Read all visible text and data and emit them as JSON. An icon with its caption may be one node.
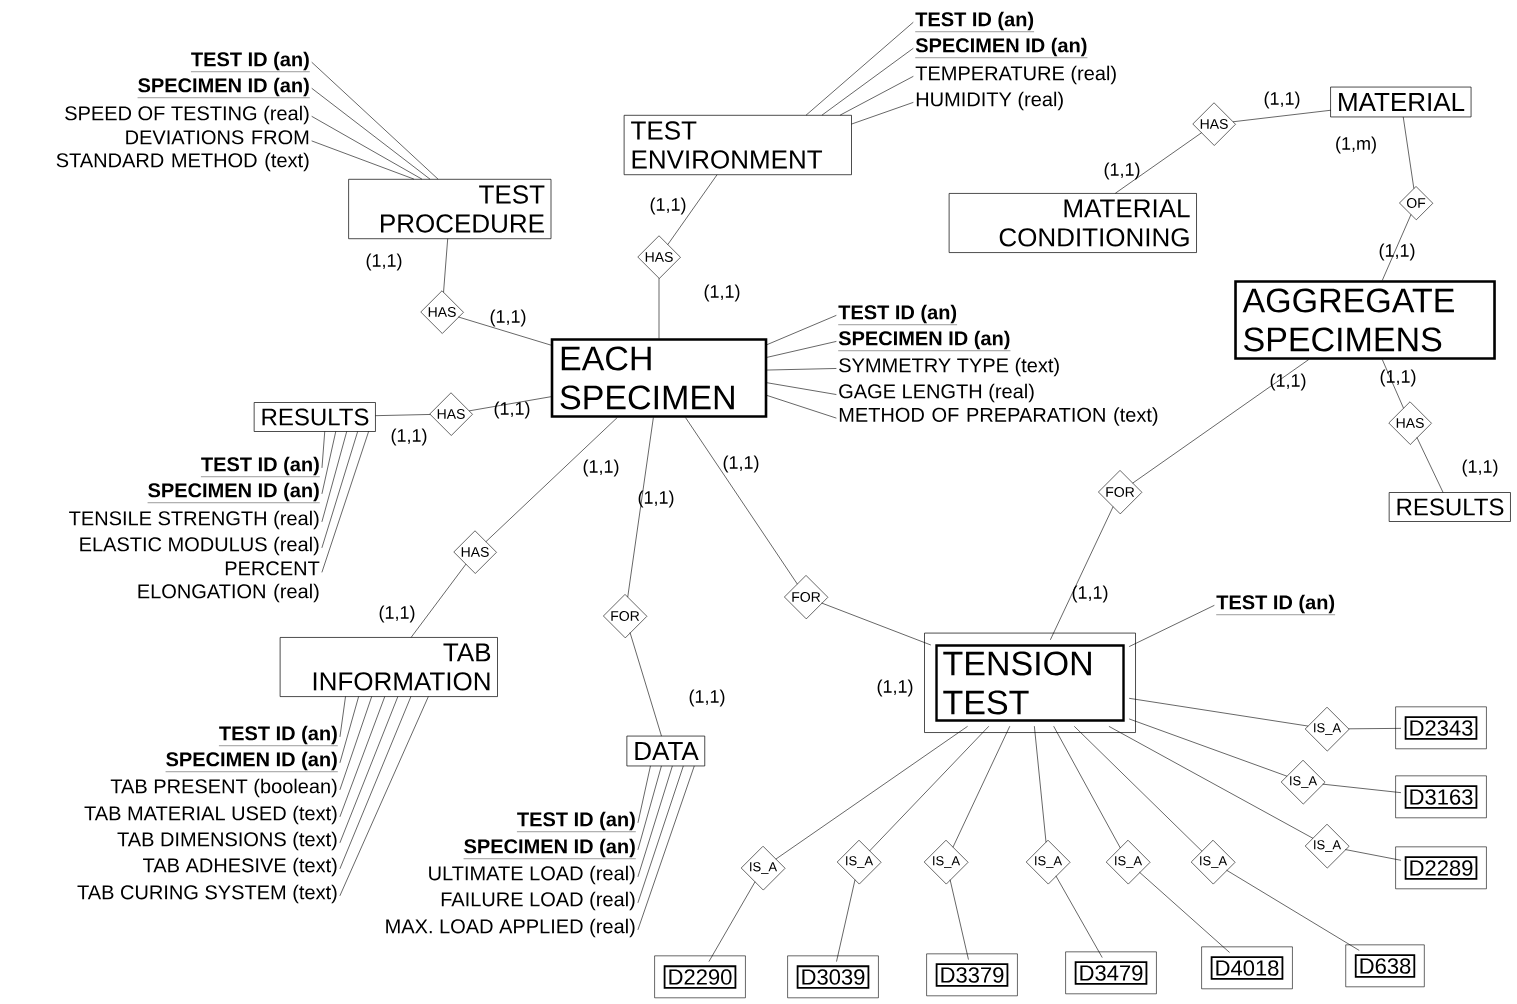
{
  "diagram": {
    "nodes": [
      {
        "text": [
          "TEST PROCEDURE"
        ]
      },
      {
        "text": [
          "TEST ENVIRONMENT"
        ]
      },
      {
        "text": [
          "MATERIAL"
        ]
      },
      {
        "text": [
          "MATERIAL CONDITIONING"
        ]
      },
      {
        "text": [
          "EACH SPECIMEN"
        ]
      },
      {
        "text": [
          "AGGREGATE SPECIMENS"
        ]
      },
      {
        "text": [
          "RESULTS"
        ]
      },
      {
        "text": [
          "RESULTS"
        ]
      },
      {
        "text": [
          "TAB INFORMATION"
        ]
      },
      {
        "text": [
          "DATA"
        ]
      },
      {
        "text": [
          "TENSION TEST"
        ]
      },
      {
        "text": [
          "D2343"
        ]
      },
      {
        "text": [
          "D3163"
        ]
      },
      {
        "text": [
          "D2289"
        ]
      },
      {
        "text": [
          "D2290"
        ]
      },
      {
        "text": [
          "D3039"
        ]
      },
      {
        "text": [
          "D3379"
        ]
      },
      {
        "text": [
          "D3479"
        ]
      },
      {
        "text": [
          "D4018"
        ]
      },
      {
        "text": [
          "D638"
        ]
      },
      {
        "text": [
          "HAS"
        ]
      },
      {
        "text": [
          "HAS"
        ]
      },
      {
        "text": [
          "HAS"
        ]
      },
      {
        "text": [
          "OF"
        ]
      },
      {
        "text": [
          "HAS"
        ]
      },
      {
        "text": [
          "HAS"
        ]
      },
      {
        "text": [
          "FOR"
        ]
      },
      {
        "text": [
          "FOR"
        ]
      },
      {
        "text": [
          "FOR"
        ]
      },
      {
        "text": [
          "HAS"
        ]
      },
      {
        "text": [
          "IS_A"
        ]
      },
      {
        "text": [
          "IS_A"
        ]
      },
      {
        "text": [
          "IS_A"
        ]
      },
      {
        "text": [
          "IS_A"
        ]
      },
      {
        "text": [
          "IS_A"
        ]
      },
      {
        "text": [
          "IS_A"
        ]
      },
      {
        "text": [
          "IS_A"
        ]
      },
      {
        "text": [
          "IS_A"
        ]
      },
      {
        "text": [
          "IS_A"
        ]
      },
      {
        "text": [
          "TEST ID (an)"
        ]
      },
      {
        "text": [
          "SPECIMEN ID (an)"
        ]
      },
      {
        "text": [
          "SPEED OF TESTING (real)"
        ]
      },
      {
        "text": [
          "DEVIATIONS FROM STANDARD METHOD (text)"
        ]
      },
      {
        "text": [
          "TEST ID (an)"
        ]
      },
      {
        "text": [
          "SPECIMEN ID (an)"
        ]
      },
      {
        "text": [
          "TEMPERATURE (real)"
        ]
      },
      {
        "text": [
          "HUMIDITY (real)"
        ]
      },
      {
        "text": [
          "TEST ID (an)"
        ]
      },
      {
        "text": [
          "SPECIMEN ID (an)"
        ]
      },
      {
        "text": [
          "SYMMETRY TYPE (text)"
        ]
      },
      {
        "text": [
          "GAGE LENGTH (real)"
        ]
      },
      {
        "text": [
          "METHOD OF PREPARATION (text)"
        ]
      },
      {
        "text": [
          "TEST ID (an)"
        ]
      },
      {
        "text": [
          "SPECIMEN ID (an)"
        ]
      },
      {
        "text": [
          "TENSILE STRENGTH (real)"
        ]
      },
      {
        "text": [
          "ELASTIC MODULUS (real)"
        ]
      },
      {
        "text": [
          "PERCENT ELONGATION (real)"
        ]
      },
      {
        "text": [
          "TEST ID (an)"
        ]
      },
      {
        "text": [
          "SPECIMEN ID (an)"
        ]
      },
      {
        "text": [
          "TAB PRESENT (boolean)"
        ]
      },
      {
        "text": [
          "TAB MATERIAL USED (text)"
        ]
      },
      {
        "text": [
          "TAB DIMENSIONS (text)"
        ]
      },
      {
        "text": [
          "TAB ADHESIVE (text)"
        ]
      },
      {
        "text": [
          "TAB CURING SYSTEM (text)"
        ]
      },
      {
        "text": [
          "TEST ID (an)"
        ]
      },
      {
        "text": [
          "SPECIMEN ID (an)"
        ]
      },
      {
        "text": [
          "ULTIMATE LOAD (real)"
        ]
      },
      {
        "text": [
          "FAILURE LOAD (real)"
        ]
      },
      {
        "text": [
          "MAX. LOAD APPLIED (real)"
        ]
      },
      {
        "text": [
          "TEST ID (an)"
        ]
      }
    ],
    "edges": [
      {
        "from": 0,
        "to": 20,
        "arrow": "none"
      },
      {
        "from": 20,
        "to": 4,
        "arrow": "none"
      },
      {
        "from": 1,
        "to": 21,
        "arrow": "none"
      },
      {
        "from": 21,
        "to": 4,
        "arrow": "none"
      },
      {
        "from": 3,
        "to": 22,
        "arrow": "none"
      },
      {
        "from": 22,
        "to": 2,
        "arrow": "none"
      },
      {
        "from": 2,
        "to": 23,
        "arrow": "none"
      },
      {
        "from": 23,
        "to": 5,
        "arrow": "none"
      },
      {
        "from": 6,
        "to": 24,
        "arrow": "none"
      },
      {
        "from": 24,
        "to": 4,
        "arrow": "none"
      },
      {
        "from": 4,
        "to": 25,
        "arrow": "none"
      },
      {
        "from": 25,
        "to": 8,
        "arrow": "none"
      },
      {
        "from": 4,
        "to": 26,
        "arrow": "none"
      },
      {
        "from": 26,
        "to": 9,
        "arrow": "none"
      },
      {
        "from": 4,
        "to": 27,
        "arrow": "none"
      },
      {
        "from": 27,
        "to": 10,
        "arrow": "none"
      },
      {
        "from": 5,
        "to": 28,
        "arrow": "none"
      },
      {
        "from": 28,
        "to": 10,
        "arrow": "none"
      },
      {
        "from": 5,
        "to": 29,
        "arrow": "none"
      },
      {
        "from": 29,
        "to": 7,
        "arrow": "none"
      },
      {
        "from": 10,
        "to": 30,
        "arrow": "none"
      },
      {
        "from": 10,
        "to": 31,
        "arrow": "none"
      },
      {
        "from": 10,
        "to": 32,
        "arrow": "none"
      },
      {
        "from": 10,
        "to": 33,
        "arrow": "none"
      },
      {
        "from": 10,
        "to": 34,
        "arrow": "none"
      },
      {
        "from": 10,
        "to": 35,
        "arrow": "none"
      },
      {
        "from": 10,
        "to": 36,
        "arrow": "none"
      },
      {
        "from": 10,
        "to": 37,
        "arrow": "none"
      },
      {
        "from": 10,
        "to": 38,
        "arrow": "none"
      },
      {
        "from": 30,
        "to": 11,
        "arrow": "none"
      },
      {
        "from": 31,
        "to": 12,
        "arrow": "none"
      },
      {
        "from": 32,
        "to": 13,
        "arrow": "none"
      },
      {
        "from": 33,
        "to": 14,
        "arrow": "none"
      },
      {
        "from": 34,
        "to": 15,
        "arrow": "none"
      },
      {
        "from": 35,
        "to": 16,
        "arrow": "none"
      },
      {
        "from": 36,
        "to": 17,
        "arrow": "none"
      },
      {
        "from": 37,
        "to": 18,
        "arrow": "none"
      },
      {
        "from": 38,
        "to": 19,
        "arrow": "none"
      },
      {
        "from": 39,
        "to": 0,
        "arrow": "none"
      },
      {
        "from": 40,
        "to": 0,
        "arrow": "none"
      },
      {
        "from": 41,
        "to": 0,
        "arrow": "none"
      },
      {
        "from": 42,
        "to": 0,
        "arrow": "none"
      },
      {
        "from": 43,
        "to": 1,
        "arrow": "none"
      },
      {
        "from": 44,
        "to": 1,
        "arrow": "none"
      },
      {
        "from": 45,
        "to": 1,
        "arrow": "none"
      },
      {
        "from": 46,
        "to": 1,
        "arrow": "none"
      },
      {
        "from": 47,
        "to": 4,
        "arrow": "none"
      },
      {
        "from": 48,
        "to": 4,
        "arrow": "none"
      },
      {
        "from": 49,
        "to": 4,
        "arrow": "none"
      },
      {
        "from": 50,
        "to": 4,
        "arrow": "none"
      },
      {
        "from": 51,
        "to": 4,
        "arrow": "none"
      },
      {
        "from": 52,
        "to": 6,
        "arrow": "none"
      },
      {
        "from": 53,
        "to": 6,
        "arrow": "none"
      },
      {
        "from": 54,
        "to": 6,
        "arrow": "none"
      },
      {
        "from": 55,
        "to": 6,
        "arrow": "none"
      },
      {
        "from": 56,
        "to": 6,
        "arrow": "none"
      },
      {
        "from": 57,
        "to": 8,
        "arrow": "none"
      },
      {
        "from": 58,
        "to": 8,
        "arrow": "none"
      },
      {
        "from": 59,
        "to": 8,
        "arrow": "none"
      },
      {
        "from": 60,
        "to": 8,
        "arrow": "none"
      },
      {
        "from": 61,
        "to": 8,
        "arrow": "none"
      },
      {
        "from": 62,
        "to": 8,
        "arrow": "none"
      },
      {
        "from": 63,
        "to": 8,
        "arrow": "none"
      },
      {
        "from": 64,
        "to": 9,
        "arrow": "none"
      },
      {
        "from": 65,
        "to": 9,
        "arrow": "none"
      },
      {
        "from": 66,
        "to": 9,
        "arrow": "none"
      },
      {
        "from": 67,
        "to": 9,
        "arrow": "none"
      },
      {
        "from": 68,
        "to": 9,
        "arrow": "none"
      },
      {
        "from": 69,
        "to": 10,
        "arrow": "none"
      }
    ],
    "labels": [
      "(1,1)",
      "(1,m)",
      "(1,1)",
      "(1,1)",
      "(1,1)",
      "(1,1)",
      "(1,1)",
      "(1,1)",
      "(1,1)",
      "(1,1)",
      "(1,1)",
      "(1,1)",
      "(1,1)",
      "(1,1)",
      "(1,1)",
      "(1,1)",
      "(1,1)",
      "(1,1)",
      "(1,1)",
      "(1,1)"
    ]
  }
}
